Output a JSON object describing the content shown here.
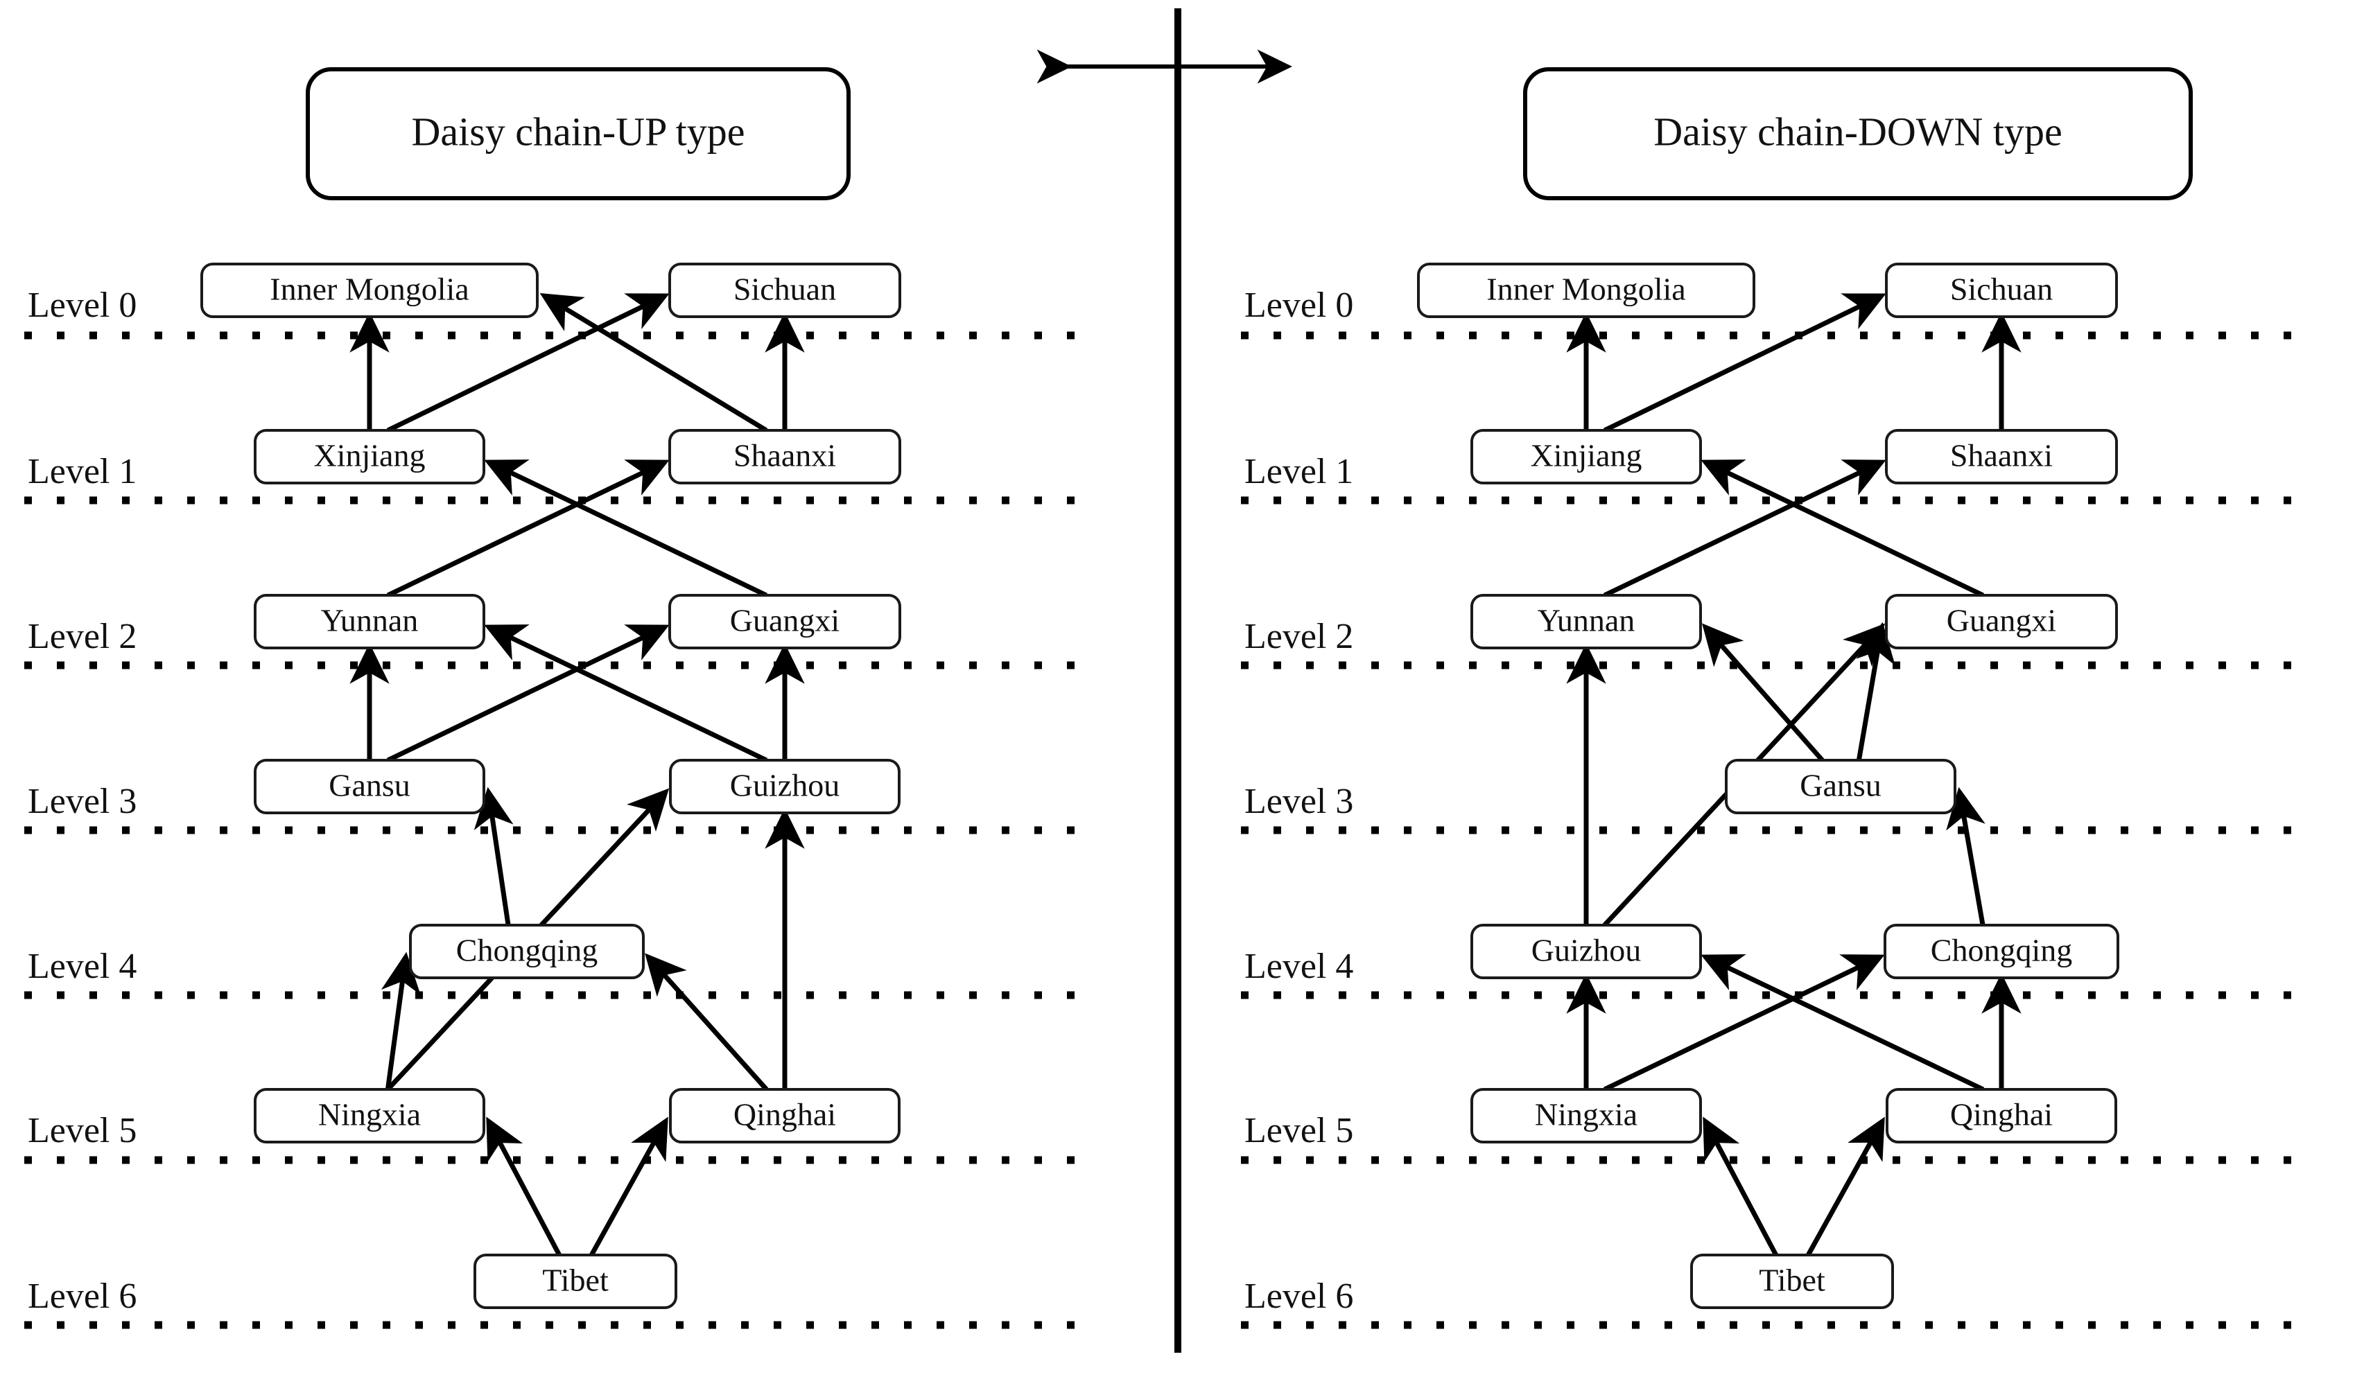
{
  "figure": {
    "background": "#ffffff",
    "highlight_light": "#f8cb9c",
    "highlight_strong": "#f89c34",
    "line_color": "#000000",
    "box_fill": "#ffffff"
  },
  "center_divider": {
    "name": "vertical-divider"
  },
  "center_arrow": {
    "name": "bidirectional-arrow",
    "direction": "both"
  },
  "panels": [
    {
      "id": "left",
      "title": "Daisy chain-UP type",
      "level_labels": [
        "Level 0",
        "Level 1",
        "Level 2",
        "Level 3",
        "Level 4",
        "Level 5",
        "Level 6"
      ],
      "nodes": [
        {
          "id": "inner_mongolia",
          "label": "Inner Mongolia",
          "level": 0,
          "col": "left",
          "highlight": "none"
        },
        {
          "id": "sichuan",
          "label": "Sichuan",
          "level": 0,
          "col": "right",
          "highlight": "none"
        },
        {
          "id": "xinjiang",
          "label": "Xinjiang",
          "level": 1,
          "col": "left",
          "highlight": "none"
        },
        {
          "id": "shaanxi",
          "label": "Shaanxi",
          "level": 1,
          "col": "right",
          "highlight": "none"
        },
        {
          "id": "yunnan",
          "label": "Yunnan",
          "level": 2,
          "col": "left",
          "highlight": "none"
        },
        {
          "id": "guangxi",
          "label": "Guangxi",
          "level": 2,
          "col": "right",
          "highlight": "none"
        },
        {
          "id": "gansu",
          "label": "Gansu",
          "level": 3,
          "col": "left",
          "highlight": "none"
        },
        {
          "id": "guizhou",
          "label": "Guizhou",
          "level": 3,
          "col": "right",
          "highlight": "light"
        },
        {
          "id": "chongqing",
          "label": "Chongqing",
          "level": 4,
          "col": "center_left",
          "highlight": "none"
        },
        {
          "id": "ningxia",
          "label": "Ningxia",
          "level": 5,
          "col": "left",
          "highlight": "none"
        },
        {
          "id": "qinghai",
          "label": "Qinghai",
          "level": 5,
          "col": "right",
          "highlight": "none"
        },
        {
          "id": "tibet",
          "label": "Tibet",
          "level": 6,
          "col": "center",
          "highlight": "none"
        }
      ],
      "edges": [
        {
          "from": "xinjiang",
          "to": "inner_mongolia",
          "style": "vertical"
        },
        {
          "from": "xinjiang",
          "to": "sichuan",
          "style": "diagonal"
        },
        {
          "from": "shaanxi",
          "to": "inner_mongolia",
          "style": "diagonal"
        },
        {
          "from": "shaanxi",
          "to": "sichuan",
          "style": "vertical"
        },
        {
          "from": "yunnan",
          "to": "shaanxi",
          "style": "diagonal"
        },
        {
          "from": "guangxi",
          "to": "xinjiang",
          "style": "diagonal"
        },
        {
          "from": "gansu",
          "to": "yunnan",
          "style": "vertical"
        },
        {
          "from": "gansu",
          "to": "guangxi",
          "style": "diagonal"
        },
        {
          "from": "guizhou",
          "to": "yunnan",
          "style": "diagonal"
        },
        {
          "from": "guizhou",
          "to": "guangxi",
          "style": "vertical"
        },
        {
          "from": "chongqing",
          "to": "gansu",
          "style": "diagonal"
        },
        {
          "from": "ningxia",
          "to": "chongqing",
          "style": "diagonal"
        },
        {
          "from": "ningxia",
          "to": "guizhou",
          "style": "diagonal"
        },
        {
          "from": "qinghai",
          "to": "chongqing",
          "style": "diagonal"
        },
        {
          "from": "qinghai",
          "to": "guizhou",
          "style": "vertical"
        },
        {
          "from": "tibet",
          "to": "ningxia",
          "style": "diagonal"
        },
        {
          "from": "tibet",
          "to": "qinghai",
          "style": "diagonal"
        }
      ]
    },
    {
      "id": "right",
      "title": "Daisy chain-DOWN type",
      "level_labels": [
        "Level 0",
        "Level 1",
        "Level 2",
        "Level 3",
        "Level 4",
        "Level 5",
        "Level 6"
      ],
      "nodes": [
        {
          "id": "inner_mongolia",
          "label": "Inner Mongolia",
          "level": 0,
          "col": "left",
          "highlight": "none"
        },
        {
          "id": "sichuan",
          "label": "Sichuan",
          "level": 0,
          "col": "right",
          "highlight": "none"
        },
        {
          "id": "xinjiang",
          "label": "Xinjiang",
          "level": 1,
          "col": "left",
          "highlight": "none"
        },
        {
          "id": "shaanxi",
          "label": "Shaanxi",
          "level": 1,
          "col": "right",
          "highlight": "none"
        },
        {
          "id": "yunnan",
          "label": "Yunnan",
          "level": 2,
          "col": "left",
          "highlight": "none"
        },
        {
          "id": "guangxi",
          "label": "Guangxi",
          "level": 2,
          "col": "right",
          "highlight": "none"
        },
        {
          "id": "gansu",
          "label": "Gansu",
          "level": 3,
          "col": "center_right",
          "highlight": "none"
        },
        {
          "id": "guizhou",
          "label": "Guizhou",
          "level": 4,
          "col": "left",
          "highlight": "strong"
        },
        {
          "id": "chongqing",
          "label": "Chongqing",
          "level": 4,
          "col": "right",
          "highlight": "none"
        },
        {
          "id": "ningxia",
          "label": "Ningxia",
          "level": 5,
          "col": "left",
          "highlight": "none"
        },
        {
          "id": "qinghai",
          "label": "Qinghai",
          "level": 5,
          "col": "right",
          "highlight": "none"
        },
        {
          "id": "tibet",
          "label": "Tibet",
          "level": 6,
          "col": "center",
          "highlight": "none"
        }
      ],
      "edges": [
        {
          "from": "xinjiang",
          "to": "inner_mongolia",
          "style": "vertical"
        },
        {
          "from": "xinjiang",
          "to": "sichuan",
          "style": "diagonal"
        },
        {
          "from": "shaanxi",
          "to": "sichuan",
          "style": "vertical"
        },
        {
          "from": "yunnan",
          "to": "shaanxi",
          "style": "diagonal"
        },
        {
          "from": "guangxi",
          "to": "xinjiang",
          "style": "diagonal"
        },
        {
          "from": "gansu",
          "to": "yunnan",
          "style": "diagonal"
        },
        {
          "from": "gansu",
          "to": "guangxi",
          "style": "diagonal"
        },
        {
          "from": "guizhou",
          "to": "yunnan",
          "style": "vertical"
        },
        {
          "from": "guizhou",
          "to": "guangxi",
          "style": "diagonal"
        },
        {
          "from": "chongqing",
          "to": "gansu",
          "style": "diagonal"
        },
        {
          "from": "ningxia",
          "to": "guizhou",
          "style": "vertical"
        },
        {
          "from": "ningxia",
          "to": "chongqing",
          "style": "diagonal"
        },
        {
          "from": "qinghai",
          "to": "guizhou",
          "style": "diagonal"
        },
        {
          "from": "qinghai",
          "to": "chongqing",
          "style": "vertical"
        },
        {
          "from": "tibet",
          "to": "ningxia",
          "style": "diagonal"
        },
        {
          "from": "tibet",
          "to": "qinghai",
          "style": "diagonal"
        }
      ]
    }
  ]
}
